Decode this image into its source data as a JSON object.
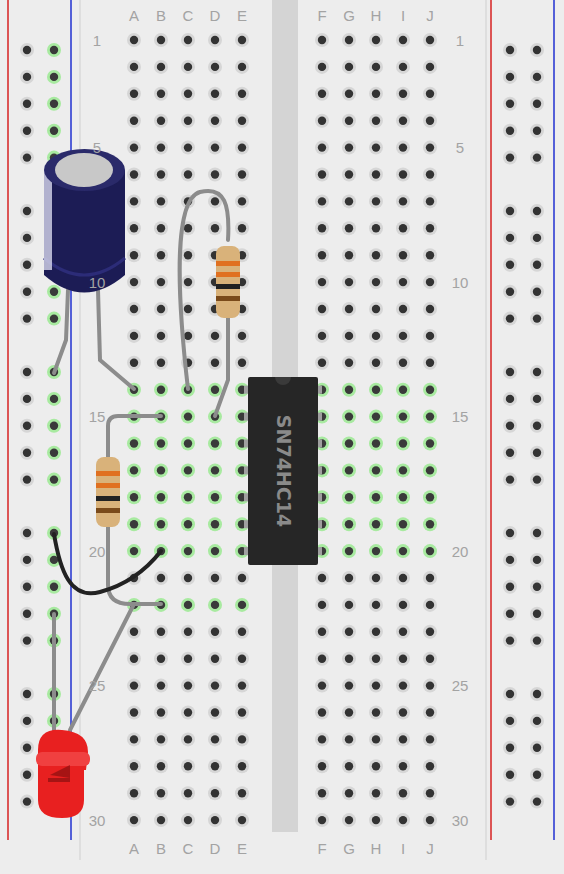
{
  "diagram": {
    "nodes": [
      {
        "text": [
          "SN74HC14"
        ]
      }
    ],
    "labels": [
      "A",
      "B",
      "C",
      "D",
      "E",
      "F",
      "G",
      "H",
      "I",
      "J",
      "1",
      "1",
      "5",
      "5",
      "10",
      "10",
      "15",
      "15",
      "20",
      "20",
      "25",
      "25",
      "30",
      "30",
      "A",
      "B",
      "C",
      "D",
      "E",
      "F",
      "G",
      "H",
      "I",
      "J"
    ]
  }
}
